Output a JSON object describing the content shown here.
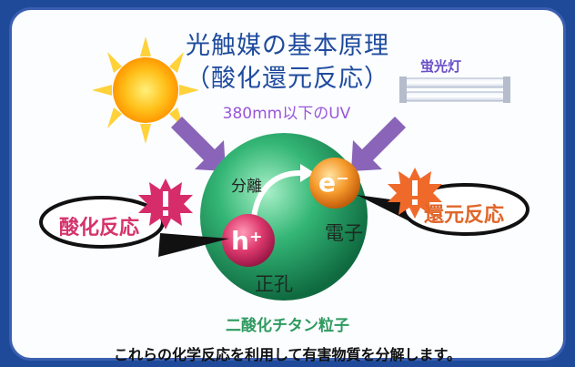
{
  "title_line1": "光触媒の基本原理",
  "title_line2": "（酸化還元反応）",
  "uv_label": "380mm以下のUV",
  "lamp_label": "蛍光灯",
  "oxidation_label": "酸化反応",
  "reduction_label": "還元反応",
  "separation_label": "分離",
  "hole_symbol": "h⁺",
  "electron_symbol": "e⁻",
  "hole_label": "正孔",
  "electron_label": "電子",
  "particle_label": "二酸化チタン粒子",
  "caption": "これらの化学反応を利用して有害物質を分解します。",
  "colors": {
    "title": "#1f4b9e",
    "particle": "#2e9b63",
    "hole": "#d6336c",
    "electron": "#f08a24",
    "arrow": "#8a64b8"
  }
}
